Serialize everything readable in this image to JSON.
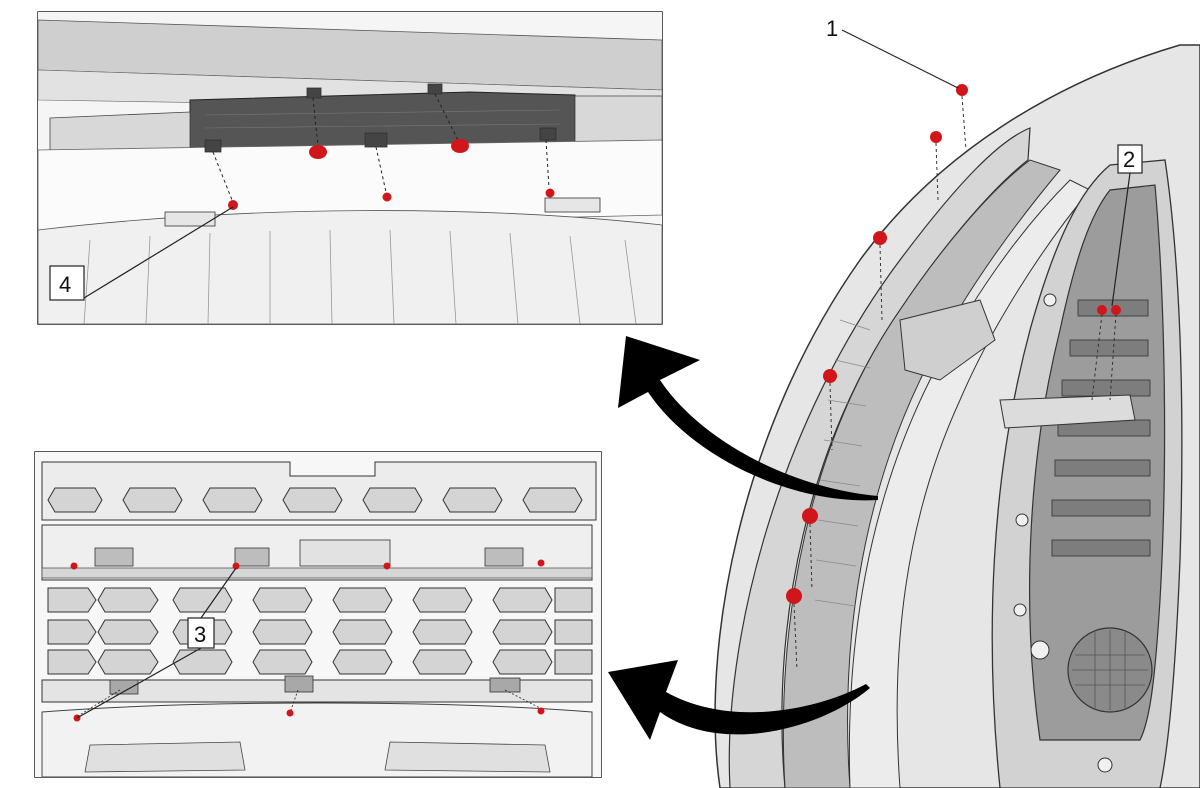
{
  "callouts": [
    {
      "id": "callout-1",
      "label": "1"
    },
    {
      "id": "callout-2",
      "label": "2"
    },
    {
      "id": "callout-3",
      "label": "3"
    },
    {
      "id": "callout-4",
      "label": "4"
    }
  ],
  "colors": {
    "fastener": "#d0161b",
    "part_light": "#e9e9e9",
    "part_mid": "#c8c8c8",
    "part_dark": "#6a6a6a",
    "outline": "#333333",
    "arrow": "#000000"
  }
}
